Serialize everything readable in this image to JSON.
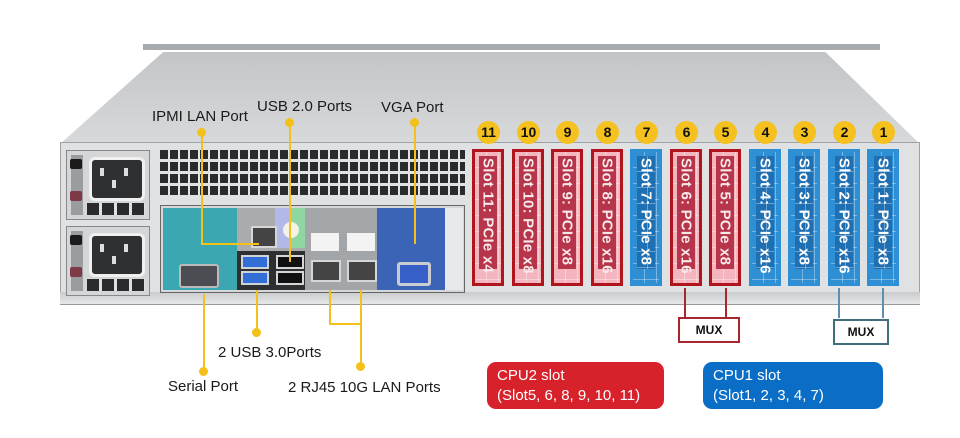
{
  "title": "Server rear panel I/O and PCIe slot layout",
  "colors": {
    "cpu1": "#0a6ec6",
    "cpu2": "#d8222b",
    "callout": "#f4c11a",
    "badge": "#f5c11e",
    "mux_cpu2": "#a8262d",
    "mux_cpu1": "#3f6f7d"
  },
  "callouts": {
    "ipmi_lan": "IPMI LAN Port",
    "usb2": "USB 2.0 Ports",
    "vga": "VGA Port",
    "usb3": "2 USB 3.0Ports",
    "serial": "Serial Port",
    "rj45": "2 RJ45 10G LAN Ports"
  },
  "slots": [
    {
      "number": "11",
      "label": "Slot 11: PCIe x4",
      "cpu": "CPU2"
    },
    {
      "number": "10",
      "label": "Slot 10: PCIe x8",
      "cpu": "CPU2"
    },
    {
      "number": "9",
      "label": "Slot 9: PCIe x8",
      "cpu": "CPU2"
    },
    {
      "number": "8",
      "label": "Slot 8: PCIe x16",
      "cpu": "CPU2"
    },
    {
      "number": "7",
      "label": "Slot 7: PCIe x8",
      "cpu": "CPU1"
    },
    {
      "number": "6",
      "label": "Slot 6: PCIe x16",
      "cpu": "CPU2"
    },
    {
      "number": "5",
      "label": "Slot 5: PCIe x8",
      "cpu": "CPU2"
    },
    {
      "number": "4",
      "label": "Slot 4: PCIe x16",
      "cpu": "CPU1"
    },
    {
      "number": "3",
      "label": "Slot 3: PCIe x8",
      "cpu": "CPU1"
    },
    {
      "number": "2",
      "label": "Slot 2: PCIe x16",
      "cpu": "CPU1"
    },
    {
      "number": "1",
      "label": "Slot 1: PCIe x8",
      "cpu": "CPU1"
    }
  ],
  "mux": {
    "cpu2": "MUX",
    "cpu1": "MUX"
  },
  "legend": {
    "cpu2_title": "CPU2 slot",
    "cpu2_slots": "(Slot5, 6, 8, 9, 10, 11)",
    "cpu1_title": "CPU1 slot",
    "cpu1_slots": "(Slot1, 2, 3, 4, 7)"
  },
  "icons": {
    "psu": "power-socket-icon",
    "ipmi": "ethernet-port-icon",
    "serial": "db9-port-icon",
    "vga": "vga-port-icon",
    "usb": "usb-port-icon"
  }
}
